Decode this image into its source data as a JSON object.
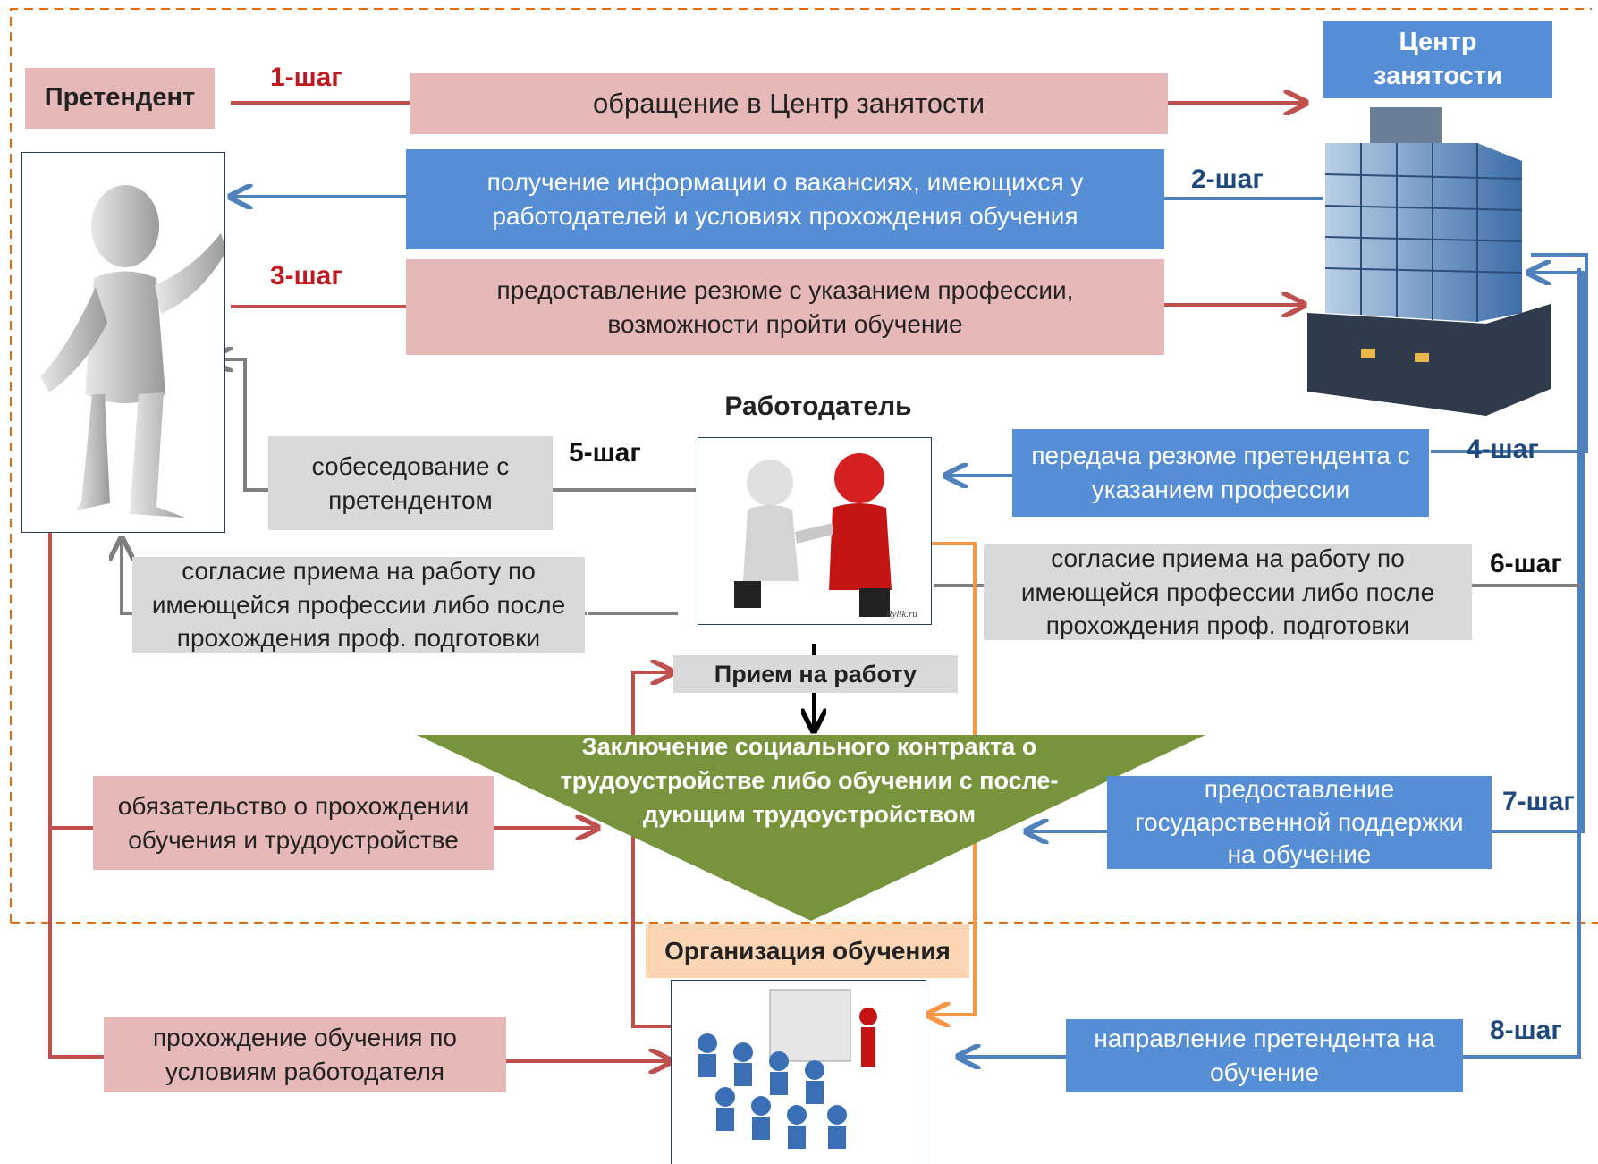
{
  "actors": {
    "applicant": "Претендент",
    "center": "Центр\nзанятости",
    "employer": "Работодатель",
    "training_org": "Организация обучения"
  },
  "steps": {
    "s1": "1-шаг",
    "s2": "2-шаг",
    "s3": "3-шаг",
    "s4": "4-шаг",
    "s5": "5-шаг",
    "s6": "6-шаг",
    "s7": "7-шаг",
    "s8": "8-шаг"
  },
  "boxes": {
    "b1": "обращение в Центр занятости",
    "b2": "получение информации о вакансиях, имеющихся у\nработодателей и условиях прохождения обучения",
    "b3": "предоставление резюме с указанием профессии,\nвозможности пройти обучение",
    "b4": "передача резюме претендента с\nуказанием профессии",
    "b5": "собеседование с\nпретендентом",
    "b6_left": "согласие приема на работу по\nимеющейся  профессии либо после\nпрохождения проф. подготовки",
    "b6_right": "согласие приема на работу по\nимеющейся  профессии либо после\nпрохождения проф. подготовки",
    "hiring": "Прием на работу",
    "contract": "Заключение социального контракта о\nтрудоустройстве либо  обучении с после-\nдующим  трудоустройством",
    "obligation": "обязательство о прохождении\nобучения и трудоустройстве",
    "b7": "предоставление\nгосударственной поддержки\nна обучение",
    "training": "прохождение обучения  по\nусловиям работодателя",
    "b8": "направление претендента на\nобучение"
  },
  "image_marks": {
    "employer_watermark": "Rylik.ru"
  },
  "colors": {
    "pink": "#e6b9b8",
    "blue": "#558ed5",
    "grey": "#d9d9d9",
    "green": "#77933c",
    "orange": "#f79646",
    "red_arrow": "#c0504d",
    "blue_arrow": "#4f81bd",
    "grey_arrow": "#7f7f7f"
  }
}
